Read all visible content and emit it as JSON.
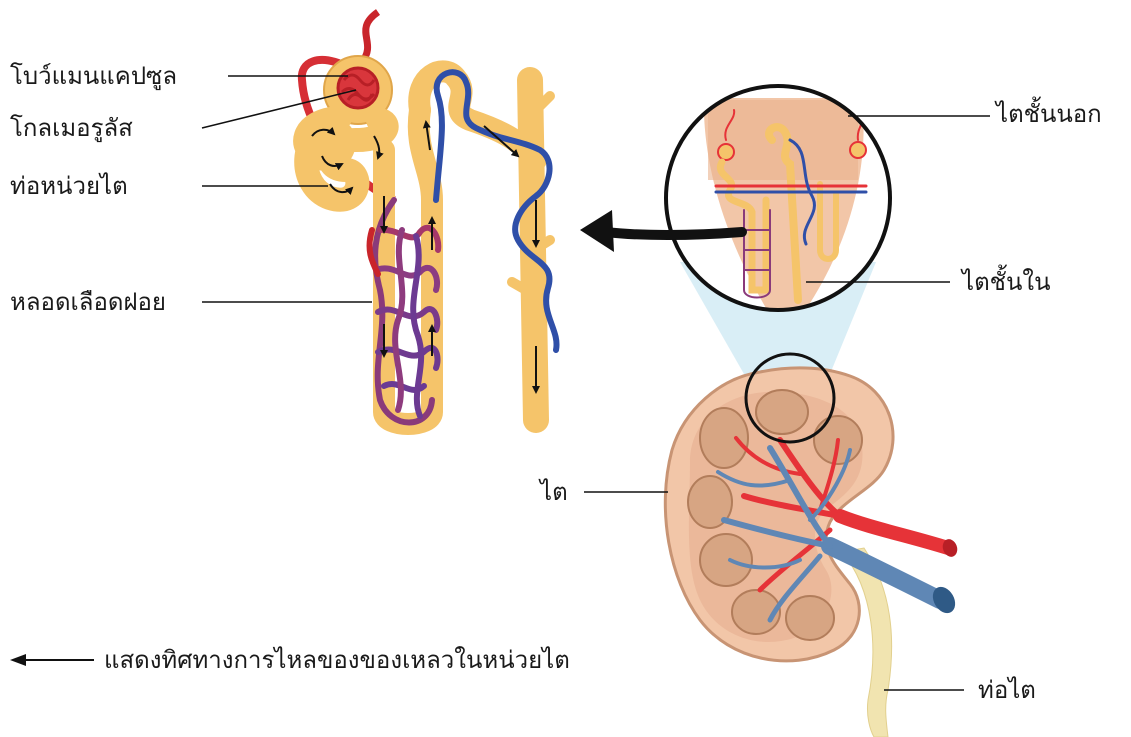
{
  "labels": {
    "bowman_capsule": "โบว์แมนแคปซูล",
    "glomerulus": "โกลเมอรูลัส",
    "renal_tubule": "ท่อหน่วยไต",
    "capillaries": "หลอดเลือดฝอย",
    "renal_cortex": "ไตชั้นนอก",
    "renal_medulla": "ไตชั้นใน",
    "kidney": "ไต",
    "ureter": "ท่อไต"
  },
  "legend": {
    "text": "แสดงทิศทางการไหลของของเหลวในหน่วยไต"
  },
  "colors": {
    "tubule": "#f5c46a",
    "artery": "#e63338",
    "vein": "#2f4fa8",
    "kidney_tissue": "#f2c6a8",
    "renal_vein": "#5f87b5",
    "ureter": "#f1e4b0",
    "callout_fill": "#d9eef6"
  }
}
